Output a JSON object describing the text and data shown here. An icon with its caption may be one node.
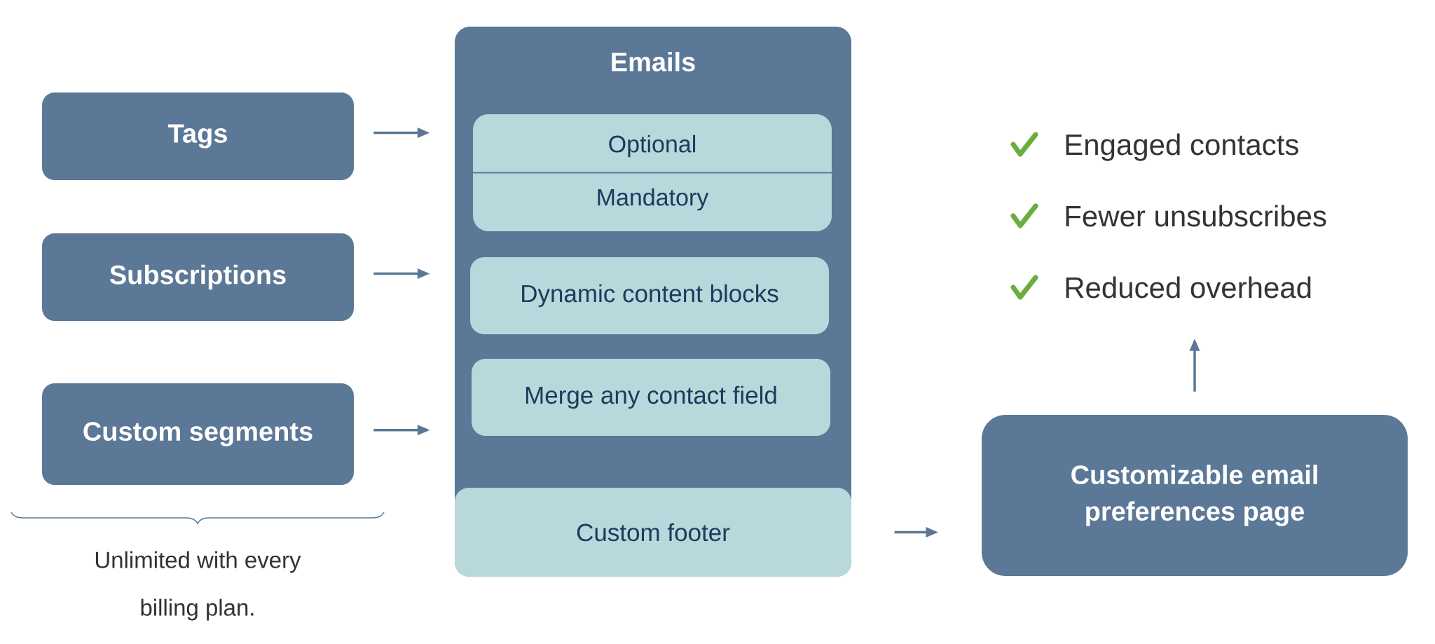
{
  "diagram": {
    "nodes": [
      {
        "text": [
          "Tags"
        ]
      },
      {
        "text": [
          "Subscriptions"
        ]
      },
      {
        "text": [
          "Custom segments"
        ]
      },
      {
        "text": [
          "Emails"
        ]
      },
      {
        "text": [
          "Optional",
          "Mandatory"
        ],
        "in": 3
      },
      {
        "text": [
          "Dynamic content blocks"
        ],
        "in": 3
      },
      {
        "text": [
          "Merge any contact field"
        ],
        "in": 3
      },
      {
        "text": [
          "Custom footer"
        ],
        "in": 3
      },
      {
        "text": [
          "Customizable email preferences page"
        ]
      },
      {
        "text": [
          "Engaged contacts",
          "Fewer unsubscribes",
          "Reduced overhead"
        ]
      }
    ],
    "edges": [
      {
        "from": 0,
        "to": 3,
        "arrow": "to"
      },
      {
        "from": 1,
        "to": 3,
        "arrow": "to"
      },
      {
        "from": 2,
        "to": 3,
        "arrow": "to"
      },
      {
        "from": 7,
        "to": 8,
        "arrow": "to"
      },
      {
        "from": 8,
        "to": 9,
        "arrow": "to"
      }
    ],
    "labels": [
      "Unlimited with every billing plan."
    ]
  }
}
